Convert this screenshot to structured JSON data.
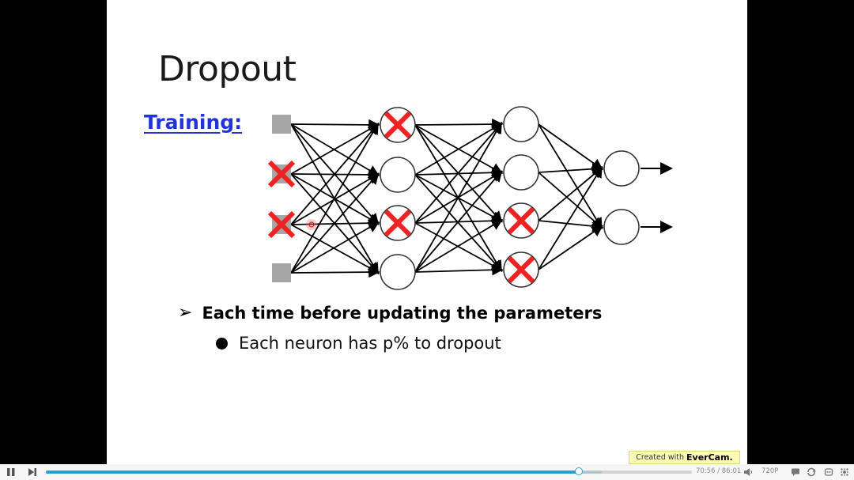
{
  "slide": {
    "title": "Dropout",
    "training_label": "Training:",
    "bullet_1": "Each time before updating the parameters",
    "bullet_2": "Each neuron has p% to dropout",
    "arrow_glyph": "➢"
  },
  "network": {
    "layers": [
      {
        "kind": "input",
        "count": 4,
        "dropped": [
          1,
          2
        ]
      },
      {
        "kind": "hidden",
        "count": 4,
        "dropped": [
          0,
          2
        ]
      },
      {
        "kind": "hidden",
        "count": 4,
        "dropped": [
          2,
          3
        ]
      },
      {
        "kind": "output",
        "count": 2,
        "dropped": []
      }
    ],
    "colors": {
      "drop_x": "#ee2222",
      "input_node": "#a6a6a6",
      "edge": "#000000"
    }
  },
  "watermark": {
    "prefix": "Created with",
    "brand": "EverCam."
  },
  "player": {
    "current_time": "70:56",
    "duration": "86:01",
    "time_separator": "/",
    "played_fraction": 0.825,
    "buffered_fraction": 0.86,
    "quality": "720P",
    "accent": "#2aa0c9"
  }
}
